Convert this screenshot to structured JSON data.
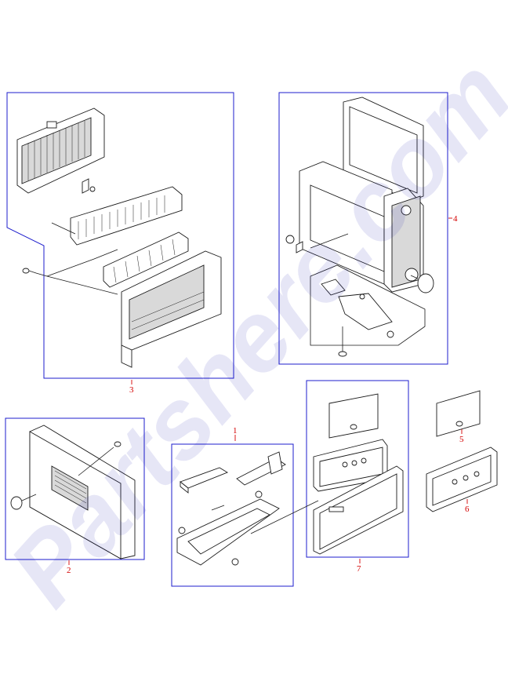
{
  "callouts": [
    {
      "id": "1",
      "label": "1"
    },
    {
      "id": "2",
      "label": "2"
    },
    {
      "id": "3",
      "label": "3"
    },
    {
      "id": "4",
      "label": "4"
    },
    {
      "id": "5",
      "label": "5"
    },
    {
      "id": "6",
      "label": "6"
    },
    {
      "id": "7",
      "label": "7"
    }
  ],
  "watermark": "Partshere.com",
  "colors": {
    "frame": "#1c1ccc",
    "callout": "#d40000",
    "watermark": "#1414b0"
  }
}
